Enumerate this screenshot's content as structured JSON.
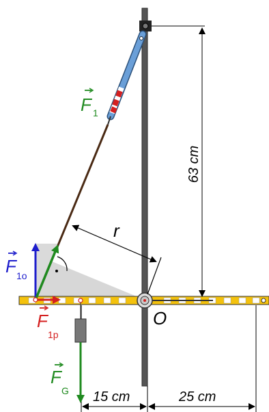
{
  "labels": {
    "f1_letter": "F",
    "f1_sub": "1",
    "f1o_letter": "F",
    "f1o_sub": "1o",
    "f1p_letter": "F",
    "f1p_sub": "1p",
    "fg_letter": "F",
    "fg_sub": "G",
    "r": "r",
    "o": "O",
    "dim_vertical": "63 cm",
    "dim_left": "15 cm",
    "dim_right": "25 cm"
  },
  "colors": {
    "f1": "#1f8a1f",
    "f1o": "#1d1dcc",
    "f1p": "#d42020",
    "fg": "#1f8a1f",
    "beam": "#f4c20d",
    "pole": "#444444",
    "upper_arm": "#6a9fd8",
    "lower_arm": "#4a2a14"
  }
}
